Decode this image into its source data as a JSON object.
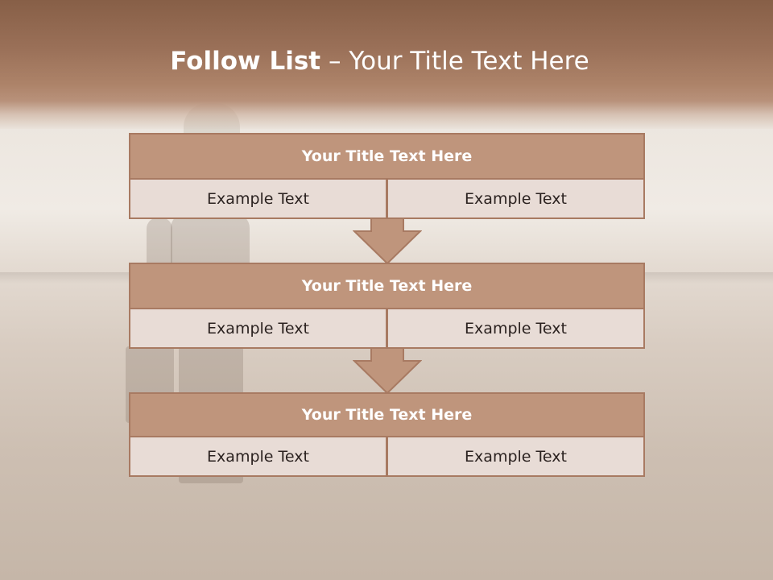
{
  "slide": {
    "title_bold": "Follow List",
    "title_rest": " – Your Title Text Here"
  },
  "blocks": [
    {
      "title": "Your Title Text Here",
      "cells": [
        "Example Text",
        "Example Text"
      ]
    },
    {
      "title": "Your Title Text Here",
      "cells": [
        "Example Text",
        "Example Text"
      ]
    },
    {
      "title": "Your Title Text Here",
      "cells": [
        "Example Text",
        "Example Text"
      ]
    }
  ],
  "colors": {
    "header": "#9a7058",
    "title_box": "#bf957c",
    "cell_fill": "#e8dcd6",
    "border": "#a87a62"
  }
}
